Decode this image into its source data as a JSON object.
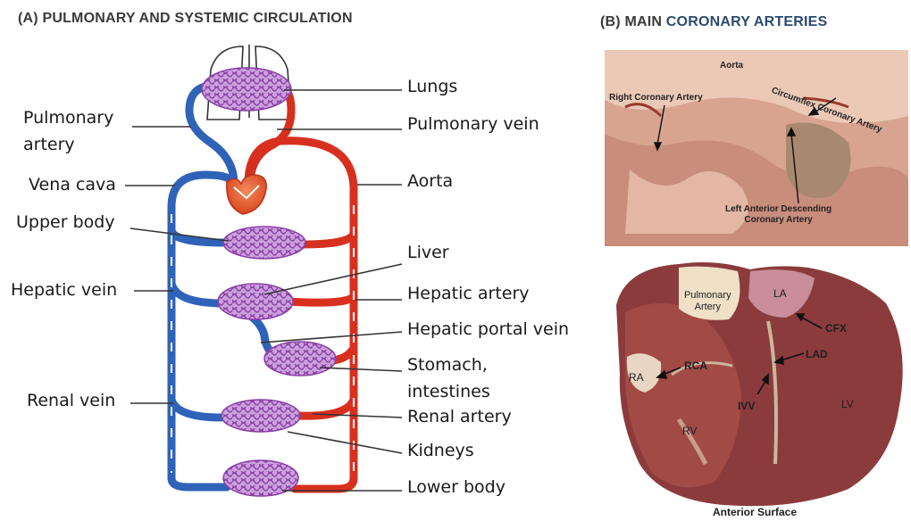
{
  "panel_a": {
    "title": "(A) PULMONARY AND SYSTEMIC CIRCULATION",
    "labels_left": {
      "pulmonary_artery_1": "Pulmonary",
      "pulmonary_artery_2": "artery",
      "vena_cava": "Vena cava",
      "upper_body": "Upper body",
      "hepatic_vein": "Hepatic vein",
      "renal_vein": "Renal vein"
    },
    "labels_right": {
      "lungs": "Lungs",
      "pulmonary_vein": "Pulmonary vein",
      "aorta": "Aorta",
      "liver": "Liver",
      "hepatic_artery": "Hepatic artery",
      "hepatic_portal_vein": "Hepatic portal vein",
      "stomach_1": "Stomach,",
      "stomach_2": "intestines",
      "renal_artery": "Renal artery",
      "kidneys": "Kidneys",
      "lower_body": "Lower body"
    },
    "colors": {
      "vein": "#2f63b8",
      "artery": "#d8301f",
      "capillary": "#8a3fa6",
      "capillary_fill": "#c79ad8",
      "heart": "#e8643a"
    }
  },
  "panel_b": {
    "title_prefix": "(B) MAIN ",
    "title_highlight": "CORONARY ARTERIES",
    "top_photo": {
      "aorta": "Aorta",
      "circumflex": "Circumflex Coronary Artery",
      "right_coronary": "Right Coronary Artery",
      "lad_1": "Left Anterior Descending",
      "lad_2": "Coronary Artery"
    },
    "bottom_photo": {
      "pulmonary_1": "Pulmonary",
      "pulmonary_2": "Artery",
      "la": "LA",
      "cfx": "CFX",
      "lad": "LAD",
      "rca": "RCA",
      "ra": "RA",
      "ivv": "IVV",
      "rv": "RV",
      "lv": "LV",
      "caption": "Anterior Surface"
    },
    "colors": {
      "title_highlight": "#2d4a6e"
    }
  }
}
